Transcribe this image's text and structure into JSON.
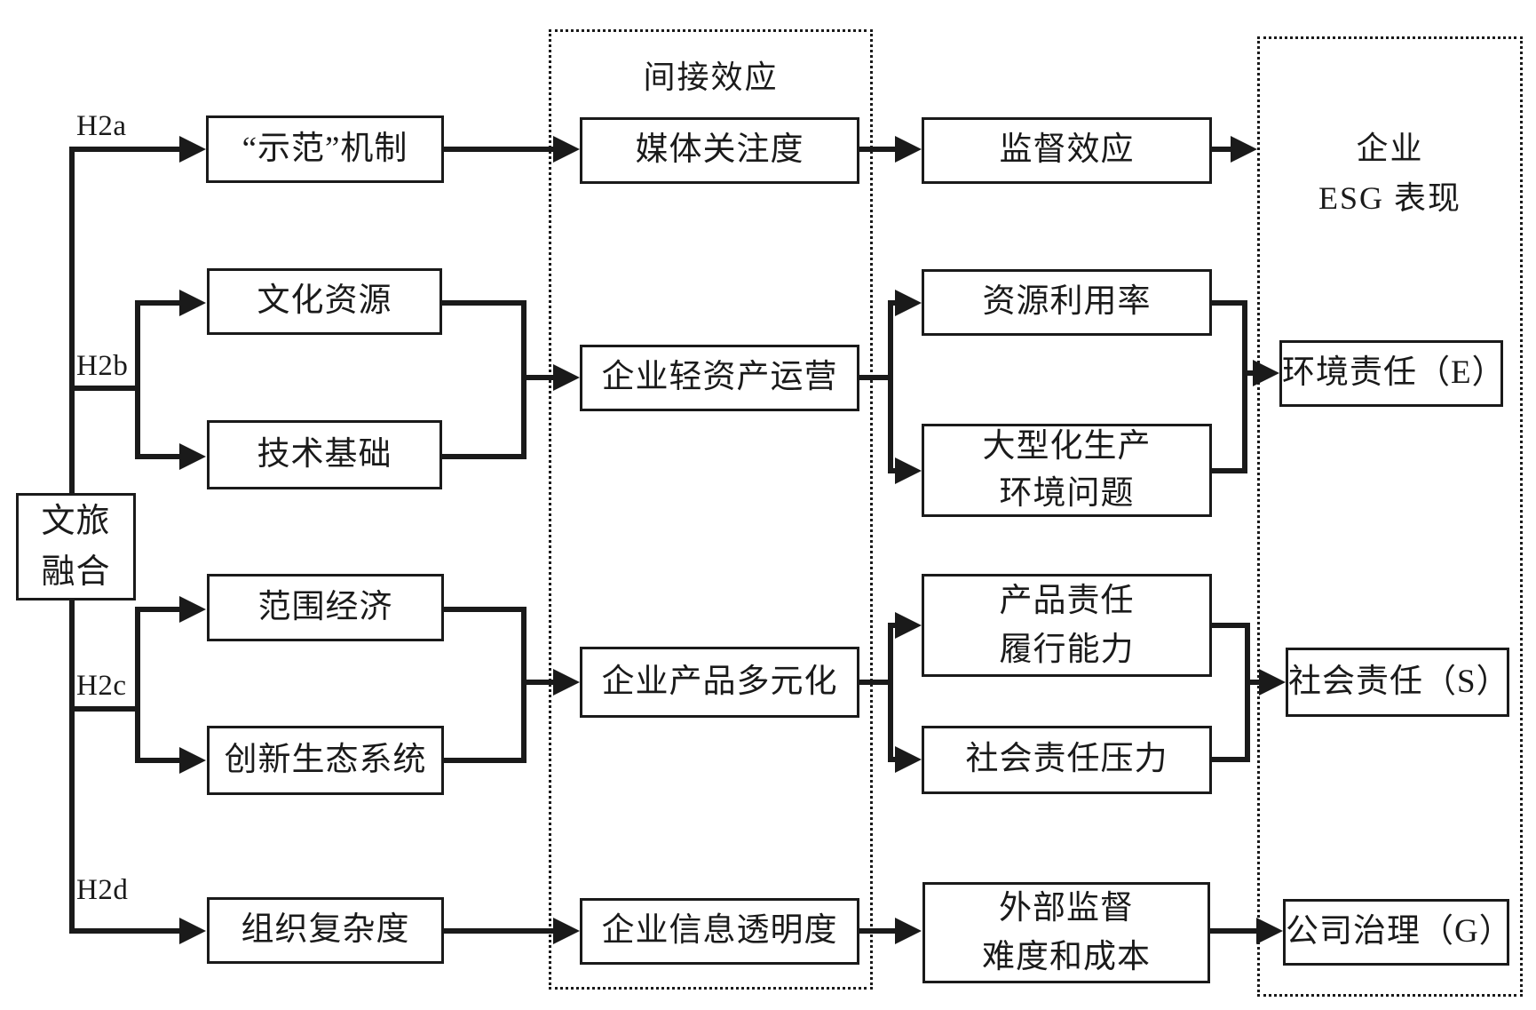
{
  "source_node": {
    "label": "文旅\n融合"
  },
  "hypothesis_labels": {
    "h2a": "H2a",
    "h2b": "H2b",
    "h2c": "H2c",
    "h2d": "H2d"
  },
  "groups": {
    "indirect_effects": {
      "label": "间接效应"
    },
    "esg": {
      "label": "企业\nESG 表现"
    }
  },
  "nodes": {
    "demonstration_mechanism": {
      "label": "“示范”机制"
    },
    "cultural_resources": {
      "label": "文化资源"
    },
    "technical_foundation": {
      "label": "技术基础"
    },
    "economies_of_scope": {
      "label": "范围经济"
    },
    "innovation_ecosystem": {
      "label": "创新生态系统"
    },
    "organizational_complexity": {
      "label": "组织复杂度"
    },
    "media_attention": {
      "label": "媒体关注度"
    },
    "asset_light_operation": {
      "label": "企业轻资产运营"
    },
    "product_diversification": {
      "label": "企业产品多元化"
    },
    "information_transparency": {
      "label": "企业信息透明度"
    },
    "supervision_effect": {
      "label": "监督效应"
    },
    "resource_utilization": {
      "label": "资源利用率"
    },
    "large_scale_production_env_issues": {
      "label": "大型化生产\n环境问题"
    },
    "product_responsibility_capability": {
      "label": "产品责任\n履行能力"
    },
    "social_responsibility_pressure": {
      "label": "社会责任压力"
    },
    "external_supervision_difficulty_cost": {
      "label": "外部监督\n难度和成本"
    },
    "environmental_responsibility": {
      "label": "环境责任（E）"
    },
    "social_responsibility": {
      "label": "社会责任（S）"
    },
    "corporate_governance": {
      "label": "公司治理（G）"
    }
  },
  "colors": {
    "line": "#1a1a1a",
    "background": "#ffffff",
    "text": "#1a1a1a"
  }
}
